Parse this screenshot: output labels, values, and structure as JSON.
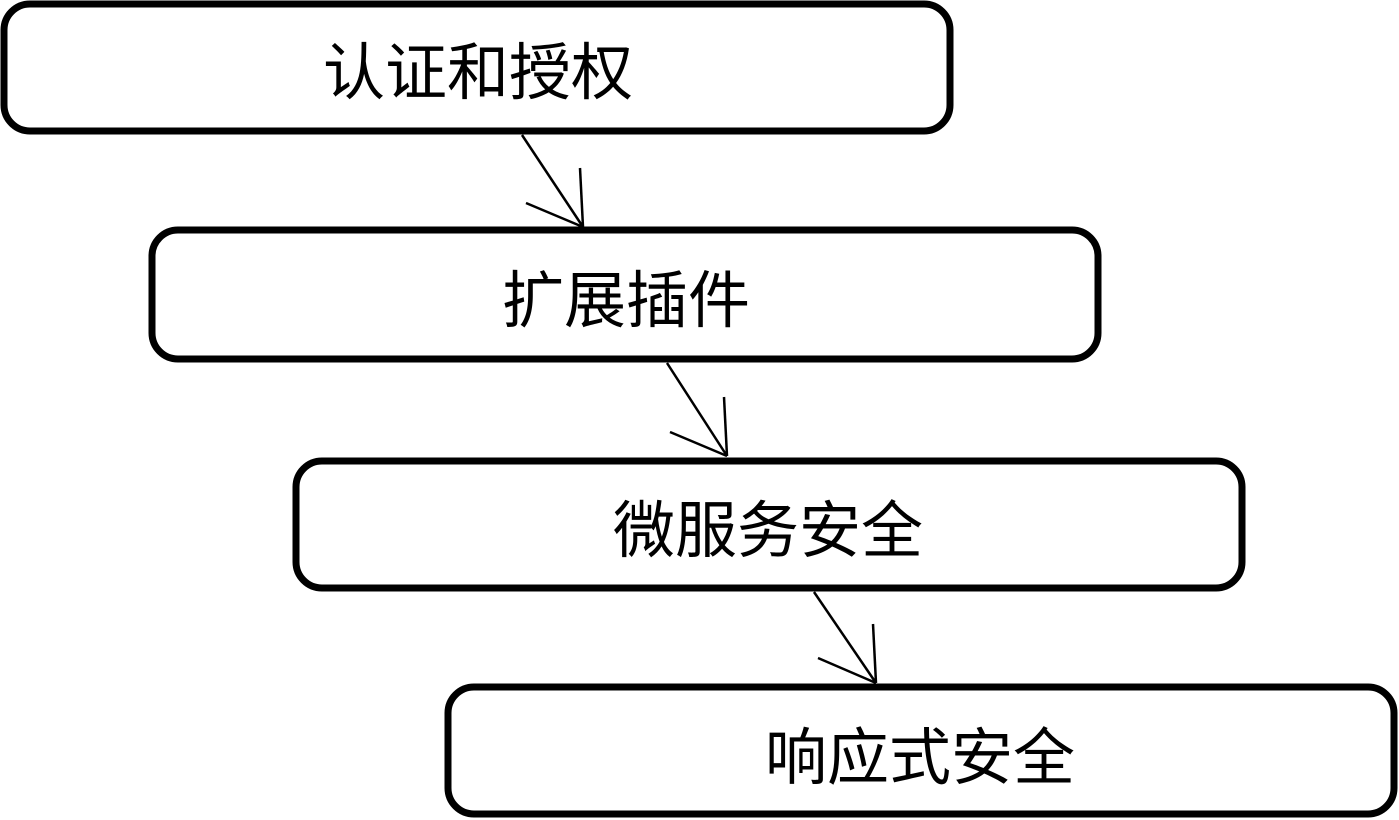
{
  "diagram": {
    "type": "flow",
    "steps": [
      {
        "label": "认证和授权"
      },
      {
        "label": "扩展插件"
      },
      {
        "label": "微服务安全"
      },
      {
        "label": "响应式安全"
      }
    ],
    "colors": {
      "stroke": "#000000",
      "fill": "#ffffff",
      "text": "#000000"
    }
  }
}
